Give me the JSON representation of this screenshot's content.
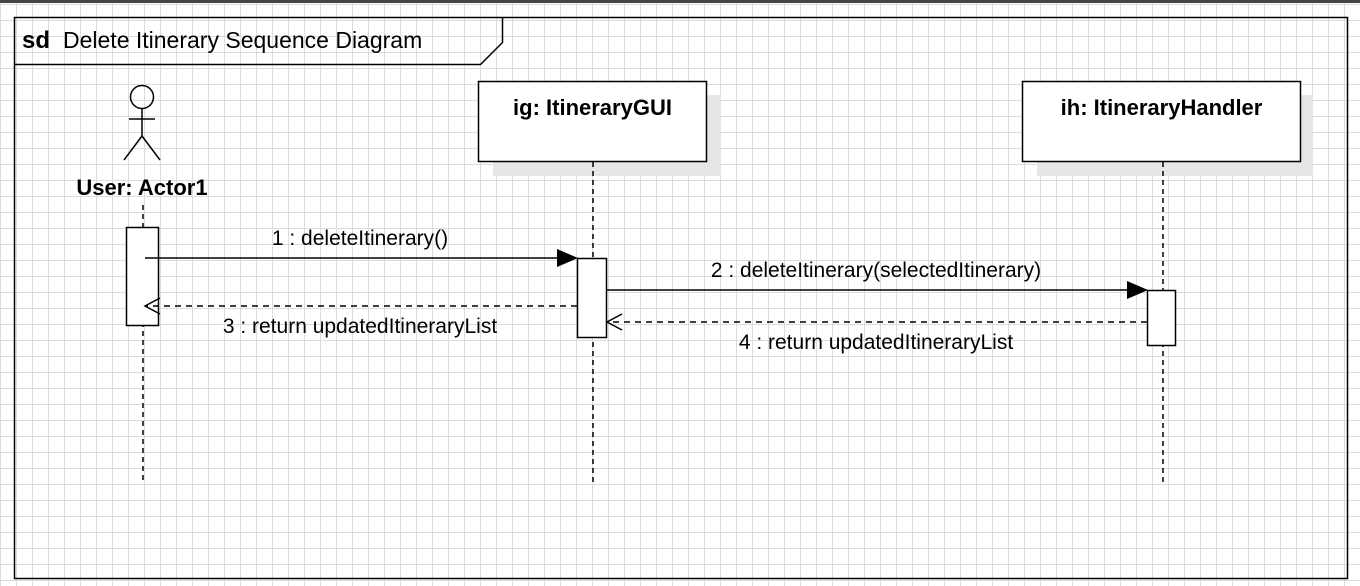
{
  "frame": {
    "keyword": "sd",
    "title": "Delete Itinerary Sequence Diagram"
  },
  "actor": {
    "label": "User: Actor1"
  },
  "objects": [
    {
      "label": "ig: ItineraryGUI"
    },
    {
      "label": "ih: ItineraryHandler"
    }
  ],
  "messages": [
    {
      "label": "1 : deleteItinerary()",
      "kind": "synchronous-call"
    },
    {
      "label": "2 : deleteItinerary(selectedItinerary)",
      "kind": "synchronous-call"
    },
    {
      "label": "3 : return updatedItineraryList",
      "kind": "return"
    },
    {
      "label": "4 : return updatedItineraryList",
      "kind": "return"
    }
  ]
}
